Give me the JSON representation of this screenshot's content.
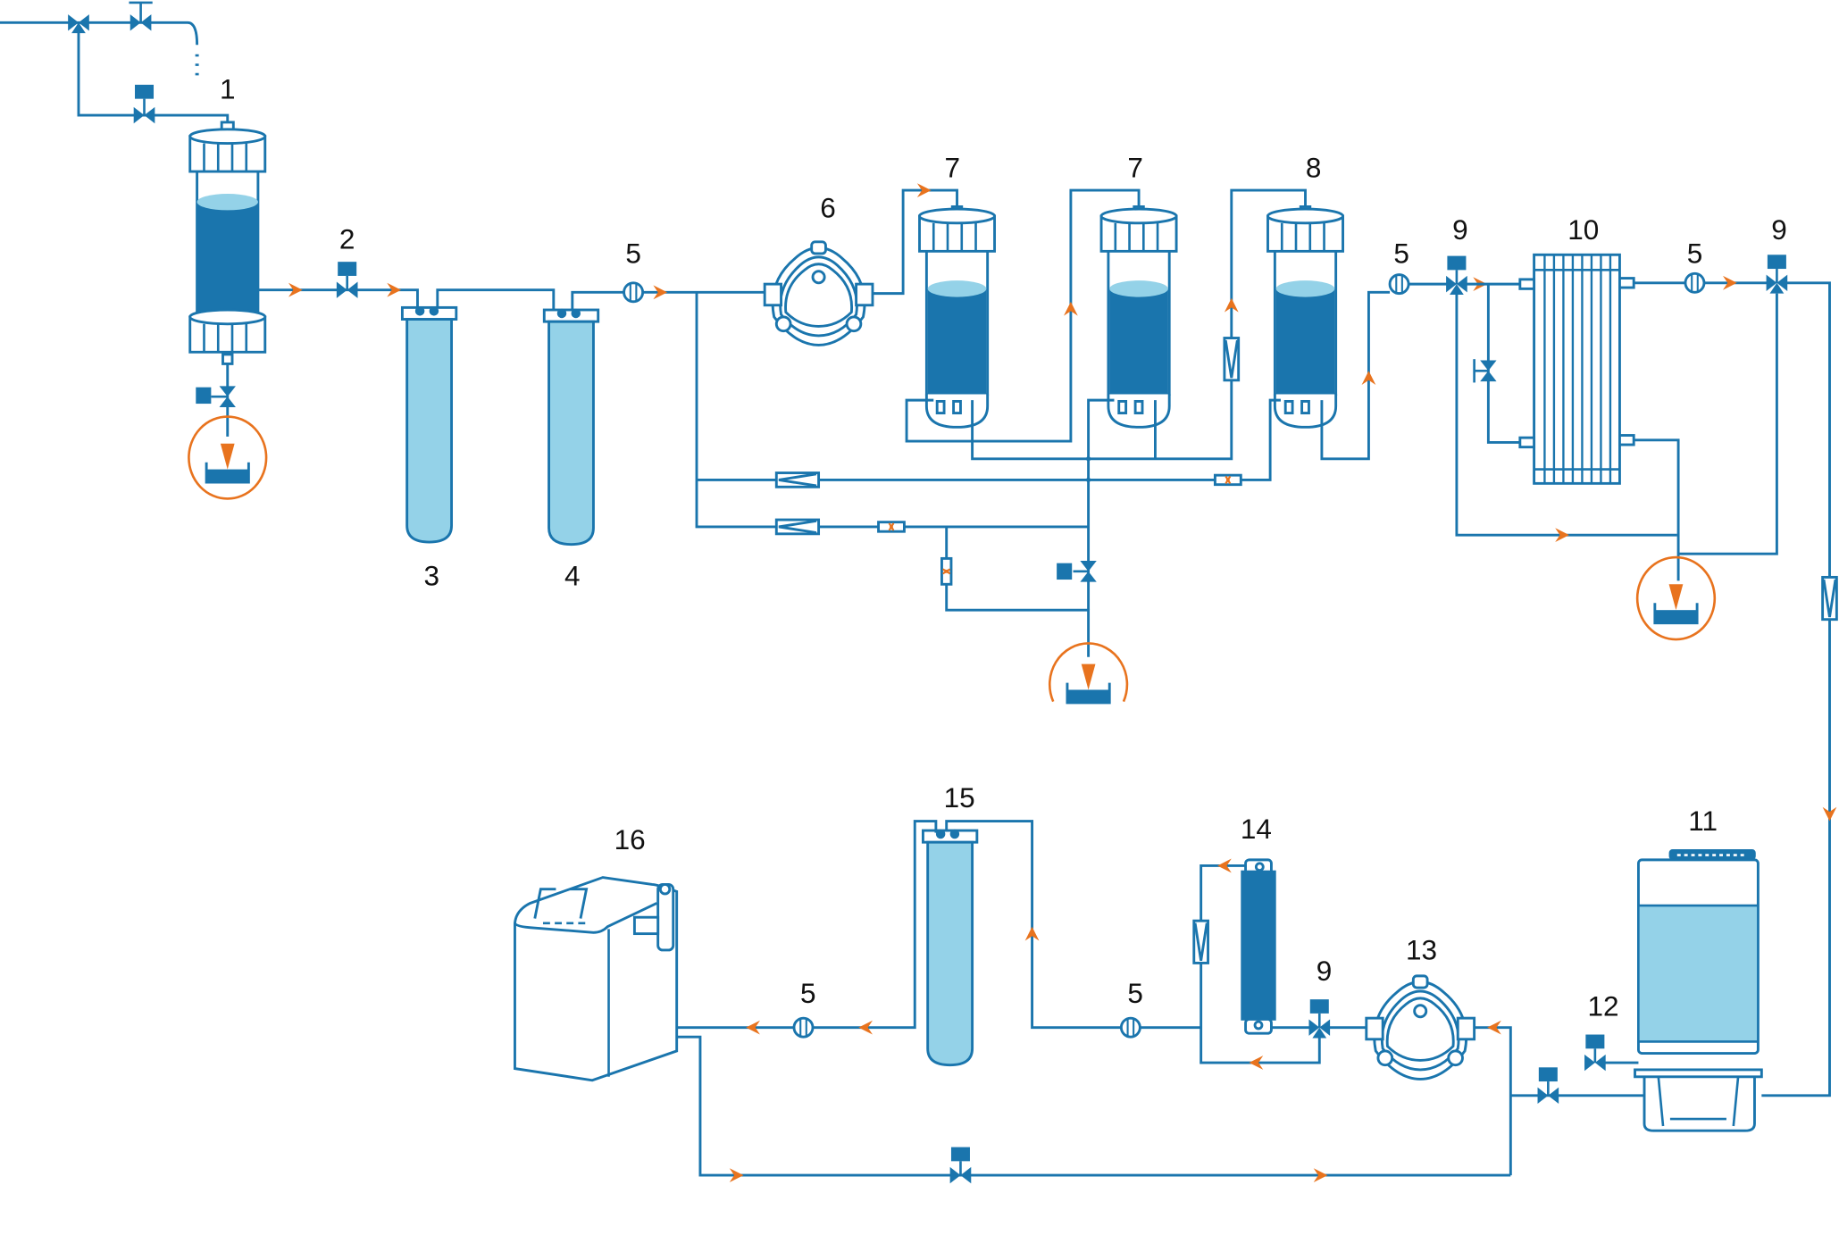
{
  "title": "Water purification process flow diagram",
  "colors": {
    "pipe": "#1a75ad",
    "liquid_dark": "#1a75ad",
    "liquid_light": "#94d2e8",
    "flow_arrow": "#e8731e",
    "label_text": "#111111",
    "background": "#ffffff"
  },
  "labels": {
    "c1": "1",
    "c2": "2",
    "c3": "3",
    "c4": "4",
    "c5a": "5",
    "c5b": "5",
    "c5c": "5",
    "c5d": "5",
    "c5e": "5",
    "c6": "6",
    "c7a": "7",
    "c7b": "7",
    "c8": "8",
    "c9a": "9",
    "c9b": "9",
    "c9c": "9",
    "c10": "10",
    "c11": "11",
    "c12": "12",
    "c13": "13",
    "c14": "14",
    "c15": "15",
    "c16": "16"
  },
  "components": [
    {
      "id": "1",
      "kind": "sand/media filter column"
    },
    {
      "id": "2",
      "kind": "solenoid valve"
    },
    {
      "id": "3",
      "kind": "cartridge filter"
    },
    {
      "id": "4",
      "kind": "cartridge filter"
    },
    {
      "id": "5",
      "kind": "flow meter / sensor"
    },
    {
      "id": "6",
      "kind": "peristaltic pump"
    },
    {
      "id": "7",
      "kind": "ion exchange column"
    },
    {
      "id": "8",
      "kind": "ion exchange column"
    },
    {
      "id": "9",
      "kind": "three-way solenoid valve"
    },
    {
      "id": "10",
      "kind": "membrane module"
    },
    {
      "id": "11",
      "kind": "storage tank"
    },
    {
      "id": "12",
      "kind": "solenoid valve"
    },
    {
      "id": "13",
      "kind": "peristaltic pump"
    },
    {
      "id": "14",
      "kind": "UV / polishing cartridge"
    },
    {
      "id": "15",
      "kind": "final filter"
    },
    {
      "id": "16",
      "kind": "dispenser / collection unit"
    }
  ]
}
